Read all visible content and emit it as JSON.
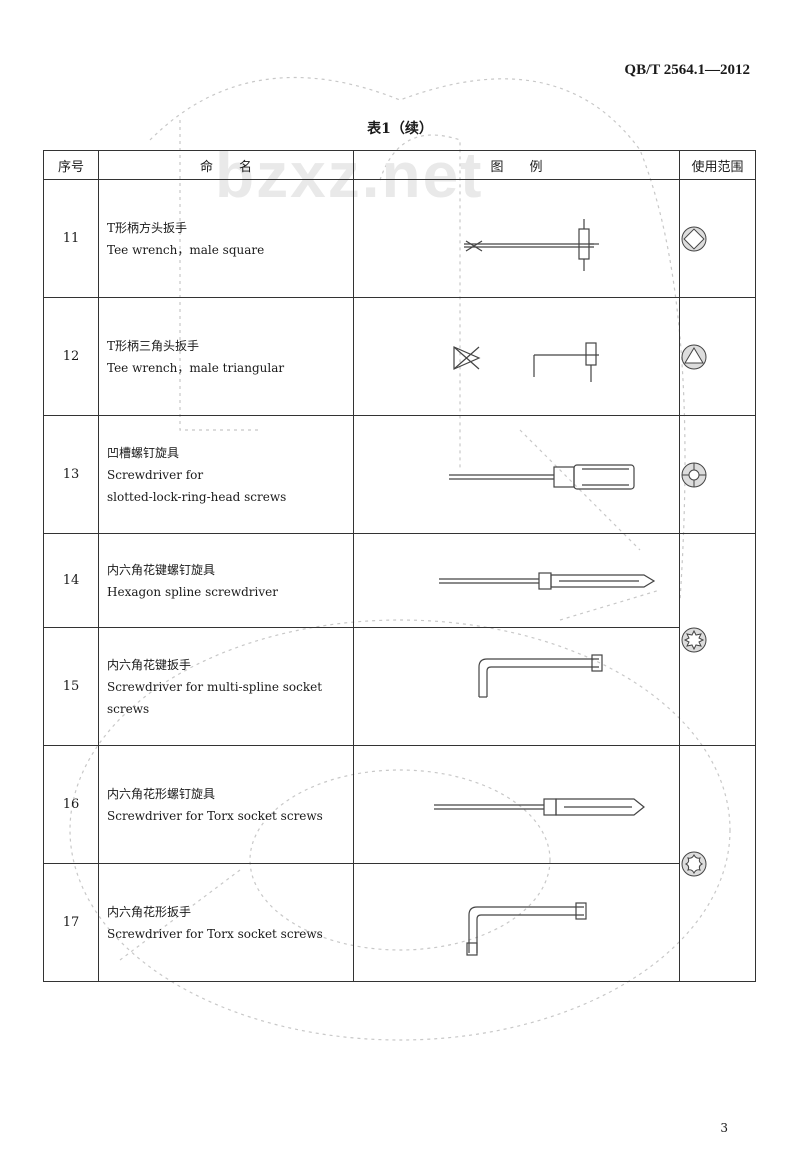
{
  "header": {
    "standard_code": "QB/T 2564.1—2012"
  },
  "table_caption": "表1（续）",
  "watermark": "bzxz.net",
  "columns": [
    "序号",
    "命　　名",
    "图　　例",
    "使用范围"
  ],
  "rows": [
    {
      "index": "11",
      "name_zh": "T形柄方头扳手",
      "name_en": "Tee wrench，male square",
      "tool_icon": "tee-wrench-square-icon",
      "scope_icon": "square-socket-icon"
    },
    {
      "index": "12",
      "name_zh": "T形柄三角头扳手",
      "name_en": "Tee wrench，male triangular",
      "tool_icon": "tee-wrench-triangle-icon",
      "scope_icon": "triangle-socket-icon"
    },
    {
      "index": "13",
      "name_zh": "凹槽螺钉旋具",
      "name_en": "Screwdriver for",
      "name_en_2": "slotted-lock-ring-head screws",
      "tool_icon": "slotted-screwdriver-icon",
      "scope_icon": "slotted-ring-socket-icon"
    },
    {
      "index": "14",
      "name_zh": "内六角花键螺钉旋具",
      "name_en": "Hexagon spline screwdriver",
      "tool_icon": "spline-screwdriver-icon",
      "scope_icon": "spline-socket-icon"
    },
    {
      "index": "15",
      "name_zh": "内六角花键扳手",
      "name_en": "Screwdriver for multi-spline socket screws",
      "tool_icon": "spline-l-key-icon",
      "scope_icon": "spline-socket-icon"
    },
    {
      "index": "16",
      "name_zh": "内六角花形螺钉旋具",
      "name_en": "Screwdriver for Torx socket screws",
      "tool_icon": "torx-screwdriver-icon",
      "scope_icon": "torx-socket-icon"
    },
    {
      "index": "17",
      "name_zh": "内六角花形扳手",
      "name_en": "Screwdriver for Torx socket screws",
      "tool_icon": "torx-l-key-icon",
      "scope_icon": "torx-socket-icon"
    }
  ],
  "page_number": "3"
}
